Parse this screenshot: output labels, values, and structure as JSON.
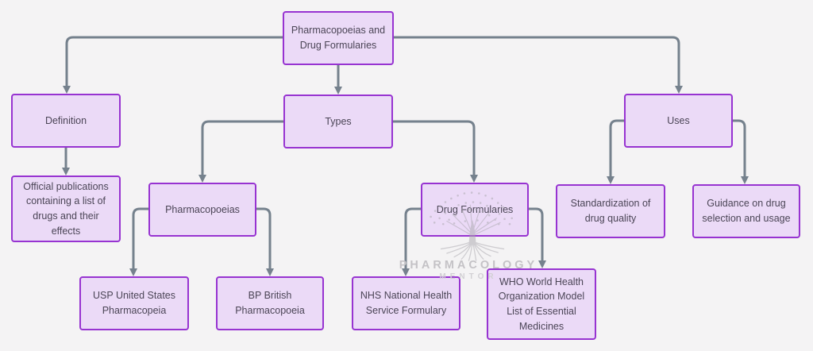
{
  "diagram": {
    "background_color": "#f4f3f4",
    "node_style": {
      "fill": "#e9d5f7",
      "border": "#9733d1",
      "text_color": "#4b4556"
    },
    "connector_color": "#75818d",
    "nodes": {
      "root": {
        "label": "Pharmacopoeias and Drug Formularies"
      },
      "definition": {
        "label": "Definition"
      },
      "types": {
        "label": "Types"
      },
      "uses": {
        "label": "Uses"
      },
      "definition_detail": {
        "label": "Official publications containing a list of drugs and their effects"
      },
      "pharmacopoeias": {
        "label": "Pharmacopoeias"
      },
      "drug_formularies": {
        "label": "Drug Formularies"
      },
      "standardization": {
        "label": "Standardization of drug quality"
      },
      "guidance": {
        "label": "Guidance on drug selection and usage"
      },
      "usp": {
        "label": "USP United States Pharmacopeia"
      },
      "bp": {
        "label": "BP British Pharmacopoeia"
      },
      "nhs": {
        "label": "NHS National Health Service Formulary"
      },
      "who": {
        "label": "WHO World Health Organization Model List of Essential Medicines"
      }
    },
    "edges": [
      {
        "from": "root",
        "to": "definition"
      },
      {
        "from": "root",
        "to": "types"
      },
      {
        "from": "root",
        "to": "uses"
      },
      {
        "from": "definition",
        "to": "definition_detail"
      },
      {
        "from": "types",
        "to": "pharmacopoeias"
      },
      {
        "from": "types",
        "to": "drug_formularies"
      },
      {
        "from": "uses",
        "to": "standardization"
      },
      {
        "from": "uses",
        "to": "guidance"
      },
      {
        "from": "pharmacopoeias",
        "to": "usp"
      },
      {
        "from": "pharmacopoeias",
        "to": "bp"
      },
      {
        "from": "drug_formularies",
        "to": "nhs"
      },
      {
        "from": "drug_formularies",
        "to": "who"
      }
    ],
    "watermark": {
      "brand": "PHARMACOLOGY",
      "sub": "MENTOR",
      "icon": "tree-with-roots-logo",
      "brand_color": "#c4c2c6"
    }
  }
}
